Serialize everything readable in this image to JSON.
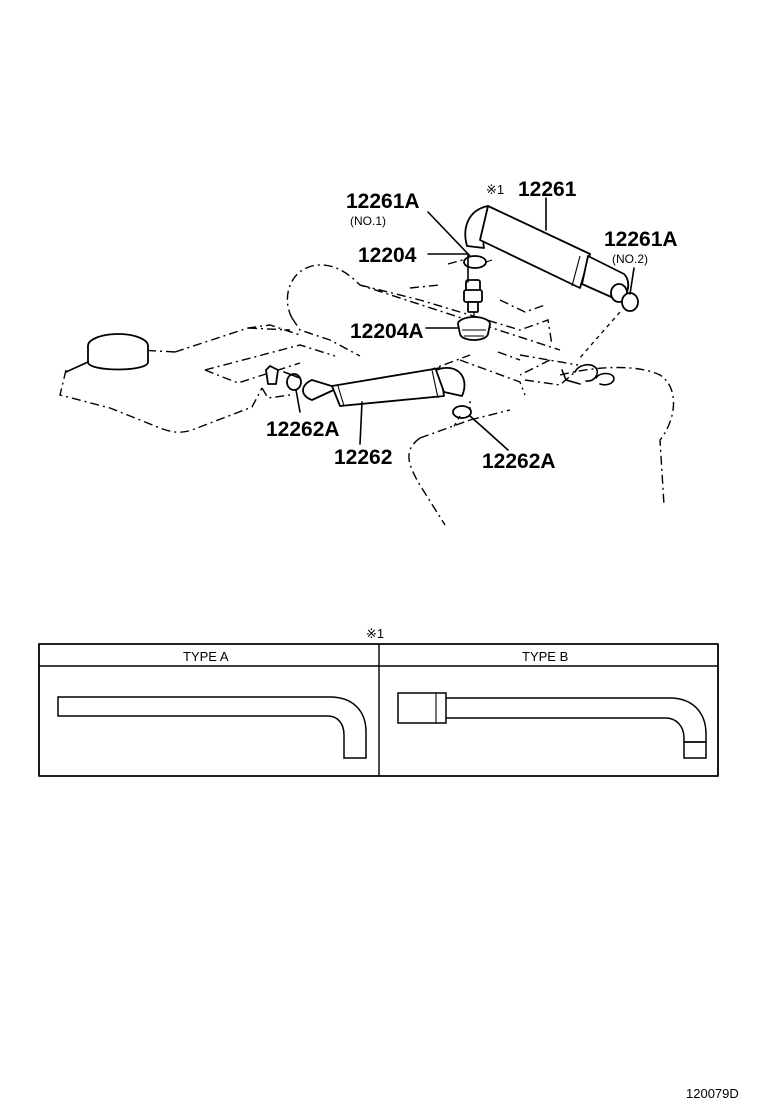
{
  "callouts": {
    "c12261": "12261",
    "c12261_mark": "※1",
    "c12261A_1": "12261A",
    "c12261A_1_note": "(NO.1)",
    "c12261A_2": "12261A",
    "c12261A_2_note": "(NO.2)",
    "c12204": "12204",
    "c12204A": "12204A",
    "c12262": "12262",
    "c12262A_left": "12262A",
    "c12262A_right": "12262A"
  },
  "type_table": {
    "mark": "※1",
    "col_a": "TYPE A",
    "col_b": "TYPE B"
  },
  "diagram_code": "120079D"
}
